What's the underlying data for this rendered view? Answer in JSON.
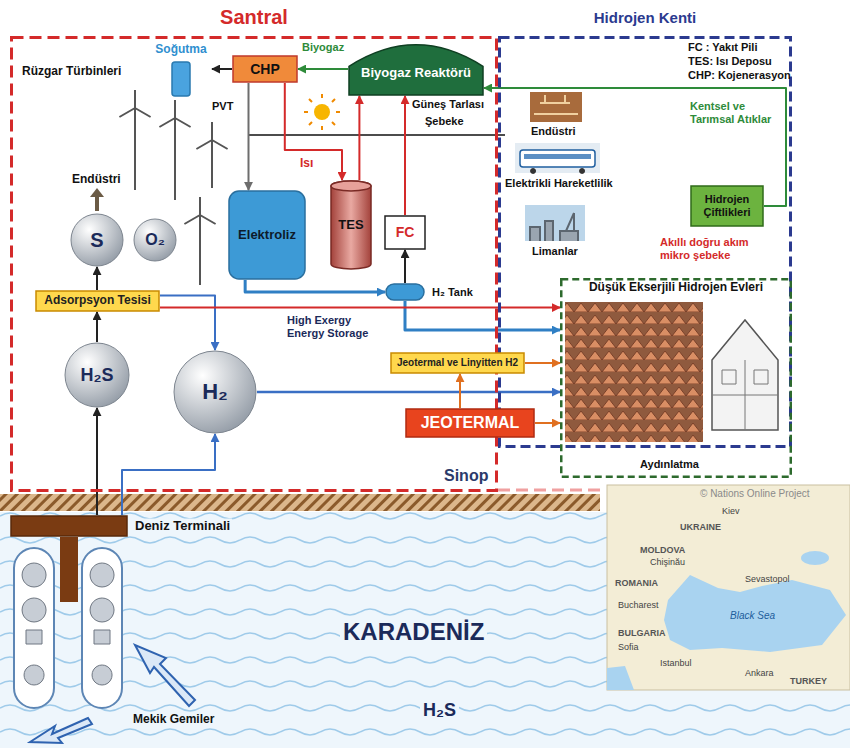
{
  "diagram": {
    "nodes": [
      {
        "text": [
          "Santral"
        ]
      },
      {
        "text": [
          "Hidrojen Kenti"
        ]
      },
      {
        "text": [
          "Soğutma"
        ],
        "in": 0
      },
      {
        "text": [
          "CHP"
        ],
        "in": 0
      },
      {
        "text": [
          "Biyogaz Reaktörü"
        ],
        "in": 0
      },
      {
        "text": [
          "Elektroliz"
        ],
        "in": 0
      },
      {
        "text": [
          "TES"
        ],
        "in": 0
      },
      {
        "text": [
          "FC"
        ],
        "in": 0
      },
      {
        "text": [
          "H₂ Tank"
        ],
        "in": 0
      },
      {
        "text": [
          "S"
        ],
        "in": 0
      },
      {
        "text": [
          "O₂"
        ],
        "in": 0
      },
      {
        "text": [
          "Adsorpsyon Tesisi"
        ],
        "in": 0
      },
      {
        "text": [
          "H₂S"
        ],
        "in": 0
      },
      {
        "text": [
          "H₂"
        ],
        "in": 0
      },
      {
        "text": [
          "Jeotermal ve Linyitten H2"
        ],
        "in": 0
      },
      {
        "text": [
          "Hidrojen Çiftlikleri"
        ],
        "in": 1
      },
      {
        "text": [
          "Düşük Ekserjili Hidrojen Evleri"
        ],
        "in": 1
      },
      {
        "text": [
          "JEOTERMAL"
        ]
      },
      {
        "text": [
          "Deniz Terminali"
        ]
      }
    ],
    "edges": [
      {
        "from": 3,
        "to": 2,
        "arrow": "to"
      },
      {
        "from": 4,
        "to": 3,
        "arrow": "to",
        "label": "Biyogaz"
      },
      {
        "from": 3,
        "to": 5,
        "arrow": "to"
      },
      {
        "from": 3,
        "to": 6,
        "arrow": "to",
        "label": "Isı"
      },
      {
        "from": 6,
        "to": 4,
        "arrow": "to"
      },
      {
        "from": 7,
        "to": 4,
        "arrow": "to"
      },
      {
        "from": 5,
        "to": 8,
        "arrow": "to"
      },
      {
        "from": 8,
        "to": 7,
        "arrow": "to"
      },
      {
        "from": 8,
        "to": 16,
        "arrow": "to"
      },
      {
        "from": 12,
        "to": 11,
        "arrow": "to"
      },
      {
        "from": 11,
        "to": 9,
        "arrow": "to"
      },
      {
        "from": 11,
        "to": 13,
        "arrow": "to"
      },
      {
        "from": 11,
        "to": 16,
        "arrow": "to",
        "label": "High Exergy Energy Storage"
      },
      {
        "from": 13,
        "to": 16,
        "arrow": "to"
      },
      {
        "from": 17,
        "to": 14,
        "arrow": "to"
      },
      {
        "from": 17,
        "to": 16,
        "arrow": "to"
      },
      {
        "from": 14,
        "to": 16,
        "arrow": "to"
      },
      {
        "from": 18,
        "to": 12,
        "arrow": "to"
      },
      {
        "from": 18,
        "to": 13,
        "arrow": "to"
      },
      {
        "from": 15,
        "to": 4,
        "arrow": "to",
        "label": "Kentsel ve Tarımsal Atıklar"
      }
    ],
    "labels": [
      "FC : Yakıt Pili",
      "TES: Isı Deposu",
      "CHP: Kojenerasyon",
      "Rüzgar Türbinleri",
      "PVT",
      "Güneş Tarlası",
      "Şebeke",
      "Endüstri",
      "Endüstri",
      "Elektrikli Hareketlilik",
      "Limanlar",
      "Akıllı doğru akım mikro şebeke",
      "Aydınlatma",
      "Sinop",
      "KARADENİZ",
      "H₂S",
      "Mekik Gemiler",
      "© Nations Online Project",
      "Kiev",
      "UKRAINE",
      "MOLDOVA",
      "Chişinău",
      "ROMANIA",
      "Bucharest",
      "Sevastopol",
      "Black Sea",
      "BULGARIA",
      "Sofia",
      "Istanbul",
      "Ankara",
      "TURKEY"
    ]
  }
}
